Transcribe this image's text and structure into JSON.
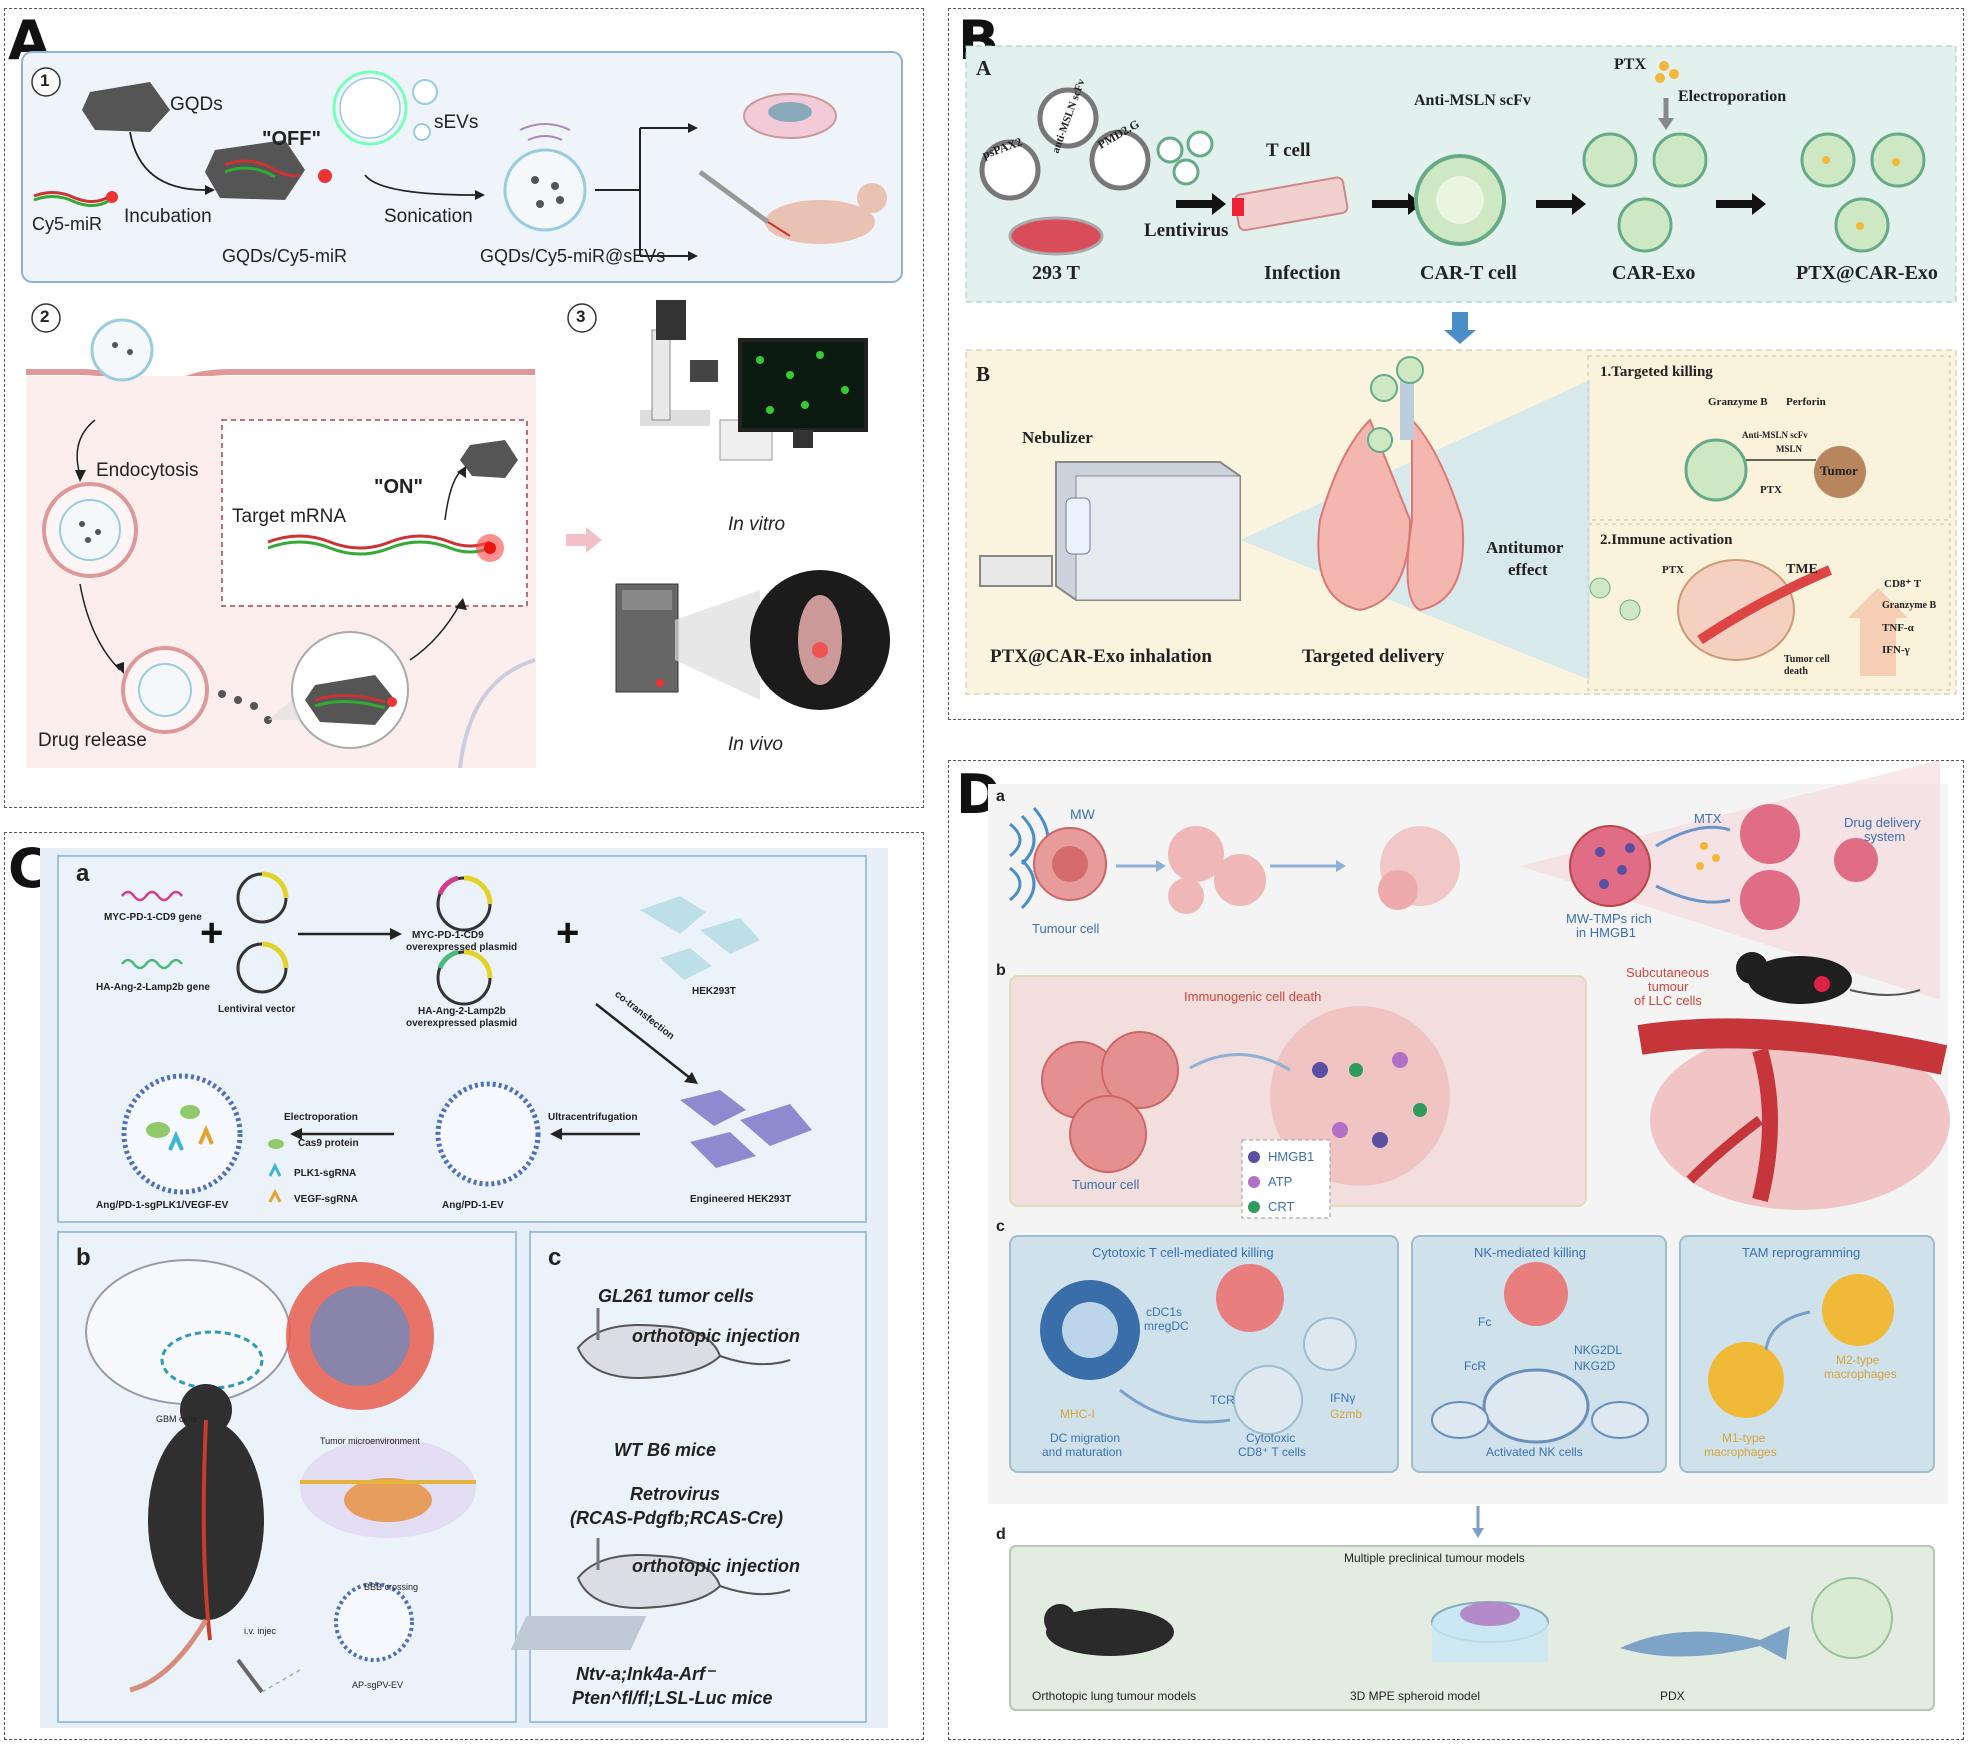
{
  "panels": {
    "A": {
      "letter": "A",
      "step1": "1",
      "step2": "2",
      "step3": "3",
      "gqds": "GQDs",
      "off": "\"OFF\"",
      "sevs": "sEVs",
      "cy5_mir": "Cy5-miR",
      "incubation": "Incubation",
      "gqds_cy5": "GQDs/Cy5-miR",
      "sonication": "Sonication",
      "gqds_cy5_sevs": "GQDs/Cy5-miR@sEVs",
      "endocytosis": "Endocytosis",
      "on": "\"ON\"",
      "target_mrna": "Target mRNA",
      "drug_release": "Drug release",
      "in_vitro": "In vitro",
      "in_vivo": "In vivo"
    },
    "B": {
      "letter": "B",
      "sub_a": "A",
      "sub_b": "B",
      "pspax2": "psPAX2",
      "anti_msln_scfv_plasmid": "anti-MSLN scFv",
      "pmd2g": "PMD2.G",
      "label_293t": "293 T",
      "lentivirus": "Lentivirus",
      "t_cell": "T cell",
      "infection": "Infection",
      "anti_msln_scfv": "Anti-MSLN scFv",
      "car_t_cell": "CAR-T cell",
      "ptx": "PTX",
      "electroporation": "Electroporation",
      "car_exo": "CAR-Exo",
      "ptx_car_exo": "PTX@CAR-Exo",
      "nebulizer": "Nebulizer",
      "inhalation": "PTX@CAR-Exo inhalation",
      "targeted_delivery": "Targeted delivery",
      "antitumor": "Antitumor",
      "effect": "effect",
      "targeted_killing": "1.Targeted killing",
      "granzyme_b": "Granzyme B",
      "perforin": "Perforin",
      "anti_msln_small": "Anti-MSLN scFv",
      "msln": "MSLN",
      "tumor": "Tumor",
      "ptx_small": "PTX",
      "immune_activation": "2.Immune activation",
      "ptx_small2": "PTX",
      "tme": "TME",
      "tumor_cell_death": "Tumor cell death",
      "cd8": "CD8⁺ T",
      "granzyme_b2": "Granzyme B",
      "tnf": "TNF-α",
      "ifn": "IFN-γ"
    },
    "C": {
      "letter": "C",
      "sub_a": "a",
      "sub_b": "b",
      "sub_c": "c",
      "myc_gene": "MYC-PD-1-CD9 gene",
      "ha_gene": "HA-Ang-2-Lamp2b gene",
      "lentiviral_vector": "Lentiviral vector",
      "myc_plasmid_1": "MYC-PD-1-CD9",
      "myc_plasmid_2": "overexpressed plasmid",
      "ha_plasmid_1": "HA-Ang-2-Lamp2b",
      "ha_plasmid_2": "overexpressed plasmid",
      "hek293t": "HEK293T",
      "co_transfection": "co-transfection",
      "electroporation": "Electroporation",
      "cas9": "Cas9 protein",
      "plk1": "PLK1-sgRNA",
      "vegf": "VEGF-sgRNA",
      "ultracentrifugation": "Ultracentrifugation",
      "ang_pd1_sg": "Ang/PD-1-sgPLK1/VEGF-EV",
      "ang_pd1_ev": "Ang/PD-1-EV",
      "engineered_hek": "Engineered HEK293T",
      "gbm_cells": "GBM cells",
      "tumor_micro": "Tumor microenvironment",
      "bbb": "BBB crossing",
      "iv_injec": "i.v. injec",
      "ap_sgpv_ev": "AP-sgPV-EV",
      "gl261": "GL261 tumor cells",
      "ortho1": "orthotopic injection",
      "wt_b6": "WT B6 mice",
      "retrovirus": "Retrovirus",
      "rcas": "(RCAS-Pdgfb;RCAS-Cre)",
      "ortho2": "orthotopic injection",
      "ntv_1": "Ntv-a;Ink4a-Arf⁻",
      "ntv_2": "Pten^fl/fl;LSL-Luc mice"
    },
    "D": {
      "letter": "D",
      "sub_a": "a",
      "sub_b": "b",
      "sub_c": "c",
      "sub_d": "d",
      "mw": "MW",
      "tumour_cell": "Tumour cell",
      "mtx": "MTX",
      "mw_tmps_1": "MW-TMPs rich",
      "mw_tmps_2": "in HMGB1",
      "drug_delivery_1": "Drug delivery",
      "drug_delivery_2": "system",
      "subcutaneous_1": "Subcutaneous",
      "subcutaneous_2": "tumour",
      "subcutaneous_3": "of LLC cells",
      "icd": "Immunogenic cell death",
      "tumour_cell_b": "Tumour cell",
      "hmgb1": "HMGB1",
      "atp": "ATP",
      "crt": "CRT",
      "ctl_title": "Cytotoxic T cell-mediated killing",
      "cdc1s": "cDC1s",
      "mregdc": "mregDC",
      "mhc": "MHC-I",
      "tcr": "TCR",
      "ifny": "IFNγ",
      "gzmb": "Gzmb",
      "dc_migration_1": "DC migration",
      "dc_migration_2": "and maturation",
      "cytotoxic_1": "Cytotoxic",
      "cytotoxic_2": "CD8⁺ T cells",
      "nk_title": "NK-mediated killing",
      "fc": "Fc",
      "fcr": "FcR",
      "nkg2dl": "NKG2DL",
      "nkg2d": "NKG2D",
      "activated_nk": "Activated NK cells",
      "tam_title": "TAM reprogramming",
      "m2_1": "M2-type",
      "m2_2": "macrophages",
      "m1_1": "M1-type",
      "m1_2": "macrophages",
      "models_title": "Multiple preclinical tumour models",
      "orthotopic": "Orthotopic lung tumour models",
      "spheroid": "3D MPE spheroid model",
      "pdx": "PDX"
    }
  }
}
